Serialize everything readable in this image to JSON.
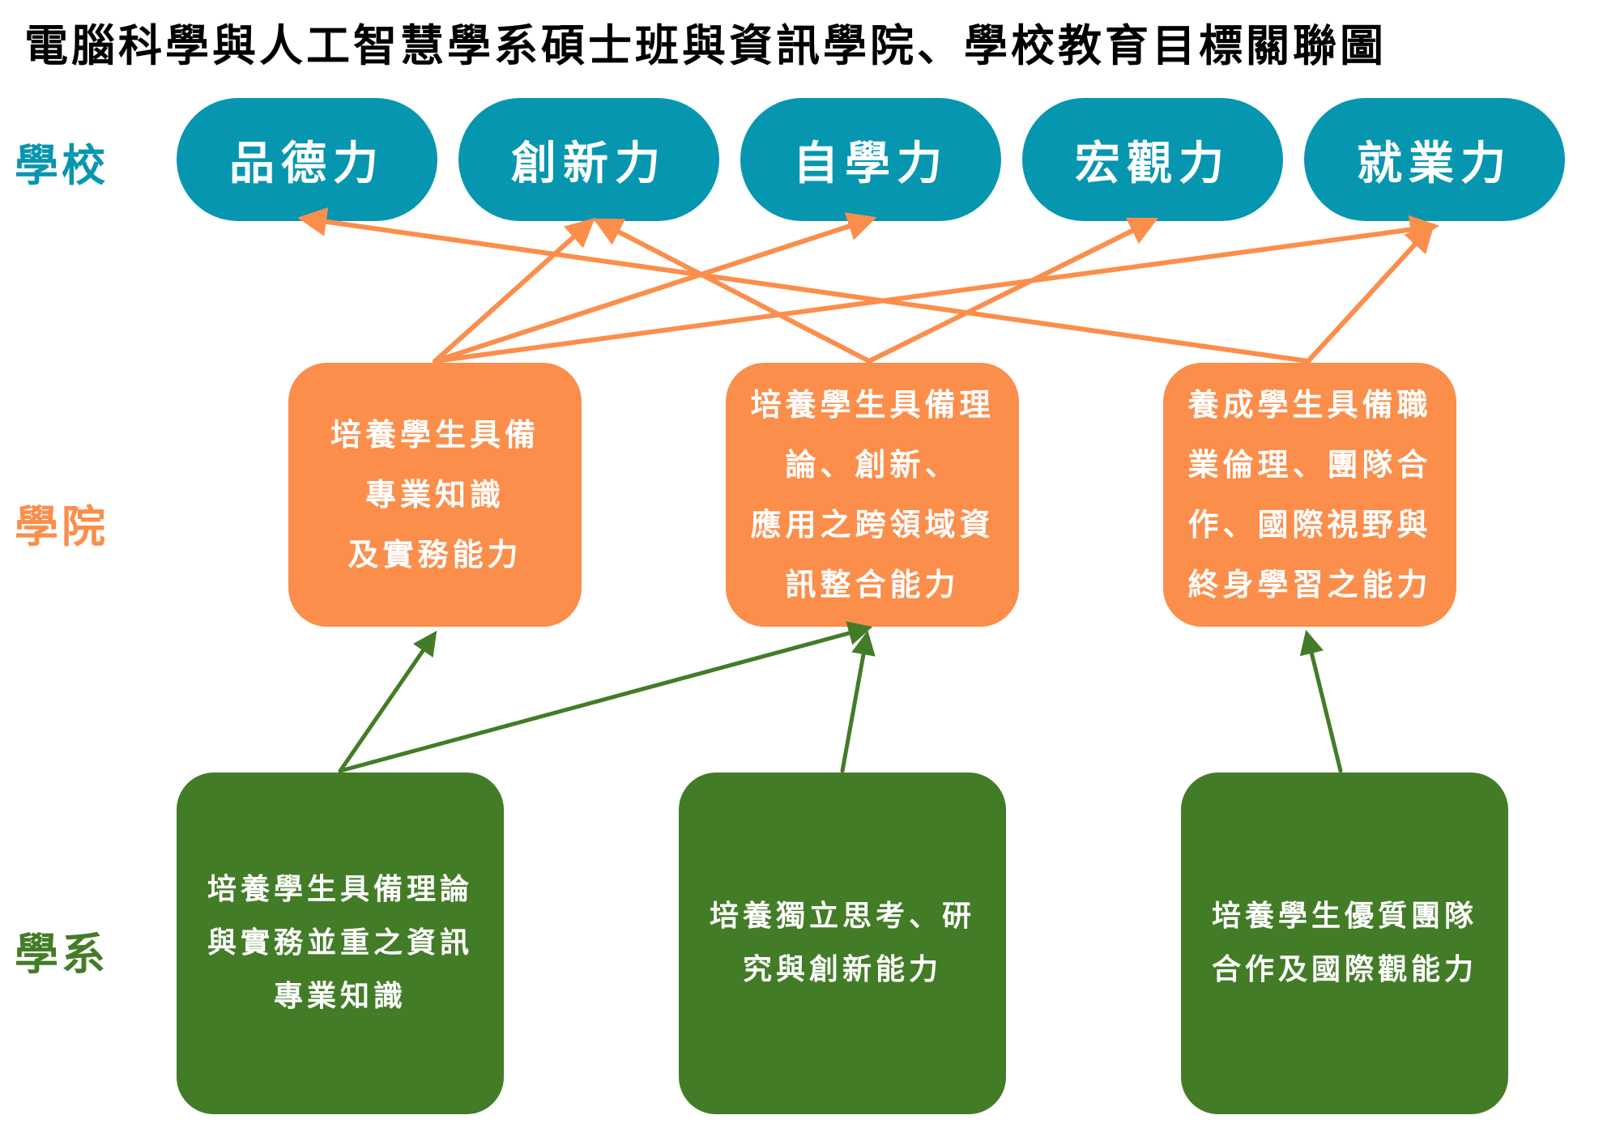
{
  "title": "電腦科學與人工智慧學系碩士班與資訊學院、學校教育目標關聯圖",
  "row_labels": {
    "school": "學校",
    "college": "學院",
    "department": "學系"
  },
  "colors": {
    "school": "#0796b0",
    "college": "#fb8e4b",
    "department": "#437c27",
    "college_arrow": "#fb8e4b",
    "department_arrow": "#437c27"
  },
  "school_goals": [
    {
      "label": "品德力"
    },
    {
      "label": "創新力"
    },
    {
      "label": "自學力"
    },
    {
      "label": "宏觀力"
    },
    {
      "label": "就業力"
    }
  ],
  "college_goals": [
    {
      "text": "培養學生具備\n專業知識\n及實務能力"
    },
    {
      "text": "培養學生具備理\n論、創新、\n應用之跨領域資\n訊整合能力"
    },
    {
      "text": "養成學生具備職\n業倫理、團隊合\n作、國際視野與\n終身學習之能力"
    }
  ],
  "department_goals": [
    {
      "text": "培養學生具備理論\n與實務並重之資訊\n專業知識"
    },
    {
      "text": "培養獨立思考、研\n究與創新能力"
    },
    {
      "text": "培養學生優質團隊\n合作及國際觀能力"
    }
  ],
  "links": {
    "college_to_school": [
      {
        "from": "college_goals.0",
        "to": "school_goals.1"
      },
      {
        "from": "college_goals.0",
        "to": "school_goals.2"
      },
      {
        "from": "college_goals.0",
        "to": "school_goals.4"
      },
      {
        "from": "college_goals.1",
        "to": "school_goals.1"
      },
      {
        "from": "college_goals.1",
        "to": "school_goals.3"
      },
      {
        "from": "college_goals.2",
        "to": "school_goals.0"
      },
      {
        "from": "college_goals.2",
        "to": "school_goals.4"
      }
    ],
    "department_to_college": [
      {
        "from": "department_goals.0",
        "to": "college_goals.0"
      },
      {
        "from": "department_goals.0",
        "to": "college_goals.1"
      },
      {
        "from": "department_goals.1",
        "to": "college_goals.1"
      },
      {
        "from": "department_goals.2",
        "to": "college_goals.2"
      }
    ]
  }
}
